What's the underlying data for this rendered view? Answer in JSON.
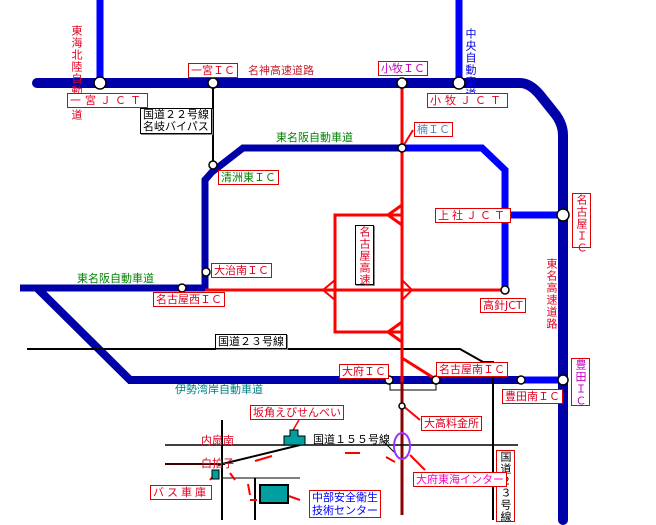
{
  "colors": {
    "expressway": "#0000a8",
    "expressway_bright": "#0000ff",
    "urban_expressway": "#ff0000",
    "local_road": "#000000",
    "label_red": "#e00020",
    "label_green": "#008000",
    "label_blue": "#0000ff",
    "label_magenta": "#c000c0",
    "label_teal": "#008080",
    "label_steel": "#5080c0",
    "landmark": "#008080",
    "highlight": "#9933ff"
  },
  "roads": {
    "tokai_hokuriku": "東海北陸自動車道",
    "chuo": "中央自動車道",
    "meishin": "名神高速道路",
    "higashi_meihan_top": "東名阪自動車道",
    "higashi_meihan_left": "東名阪自動車道",
    "tomei": "東名高速道路",
    "nagoya_kosoku": "名古屋高速",
    "route23": "国道２３号線",
    "isewangan": "伊勢湾岸自動車道",
    "route155": "国道１５５号線",
    "route23_vertical": "国道２３号線",
    "route22": [
      "国道２２号線",
      "名岐バイパス"
    ]
  },
  "interchanges": {
    "ichinomiya_jct": "一宮ＪＣＴ",
    "ichinomiya_ic": "一宮ＩＣ",
    "komaki_ic": "小牧ＩＣ",
    "komaki_jct": "小牧ＪＣＴ",
    "kusunoki_ic": "楠ＩＣ",
    "kiyosu_higashi_ic": "清洲東ＩＣ",
    "kamiyashiro_jct": "上社ＪＣＴ",
    "nagoya_ic": "名古屋ＩＣ",
    "oharu_minami_ic": "大治南ＩＣ",
    "nagoya_nishi_ic": "名古屋西ＩＣ",
    "takabari_jct": "高針JCT",
    "obu_ic": "大府ＩＣ",
    "nagoya_minami_ic": "名古屋南ＩＣ",
    "toyota_minami_ic": "豊田南ＩＣ",
    "toyota_ic": "豊田ＩＣ",
    "otaka_tollgate": "大高料金所",
    "obu_tokai_inter": "大府東海インター"
  },
  "places": {
    "sakakado_ebisenbei": "坂角えびせんべい",
    "uchinomori_minami": "内扇南",
    "shirabyoshi": "白拍子",
    "bus_depot": "バス車庫",
    "center": [
      "中部安全衛生",
      "技術センター"
    ]
  }
}
